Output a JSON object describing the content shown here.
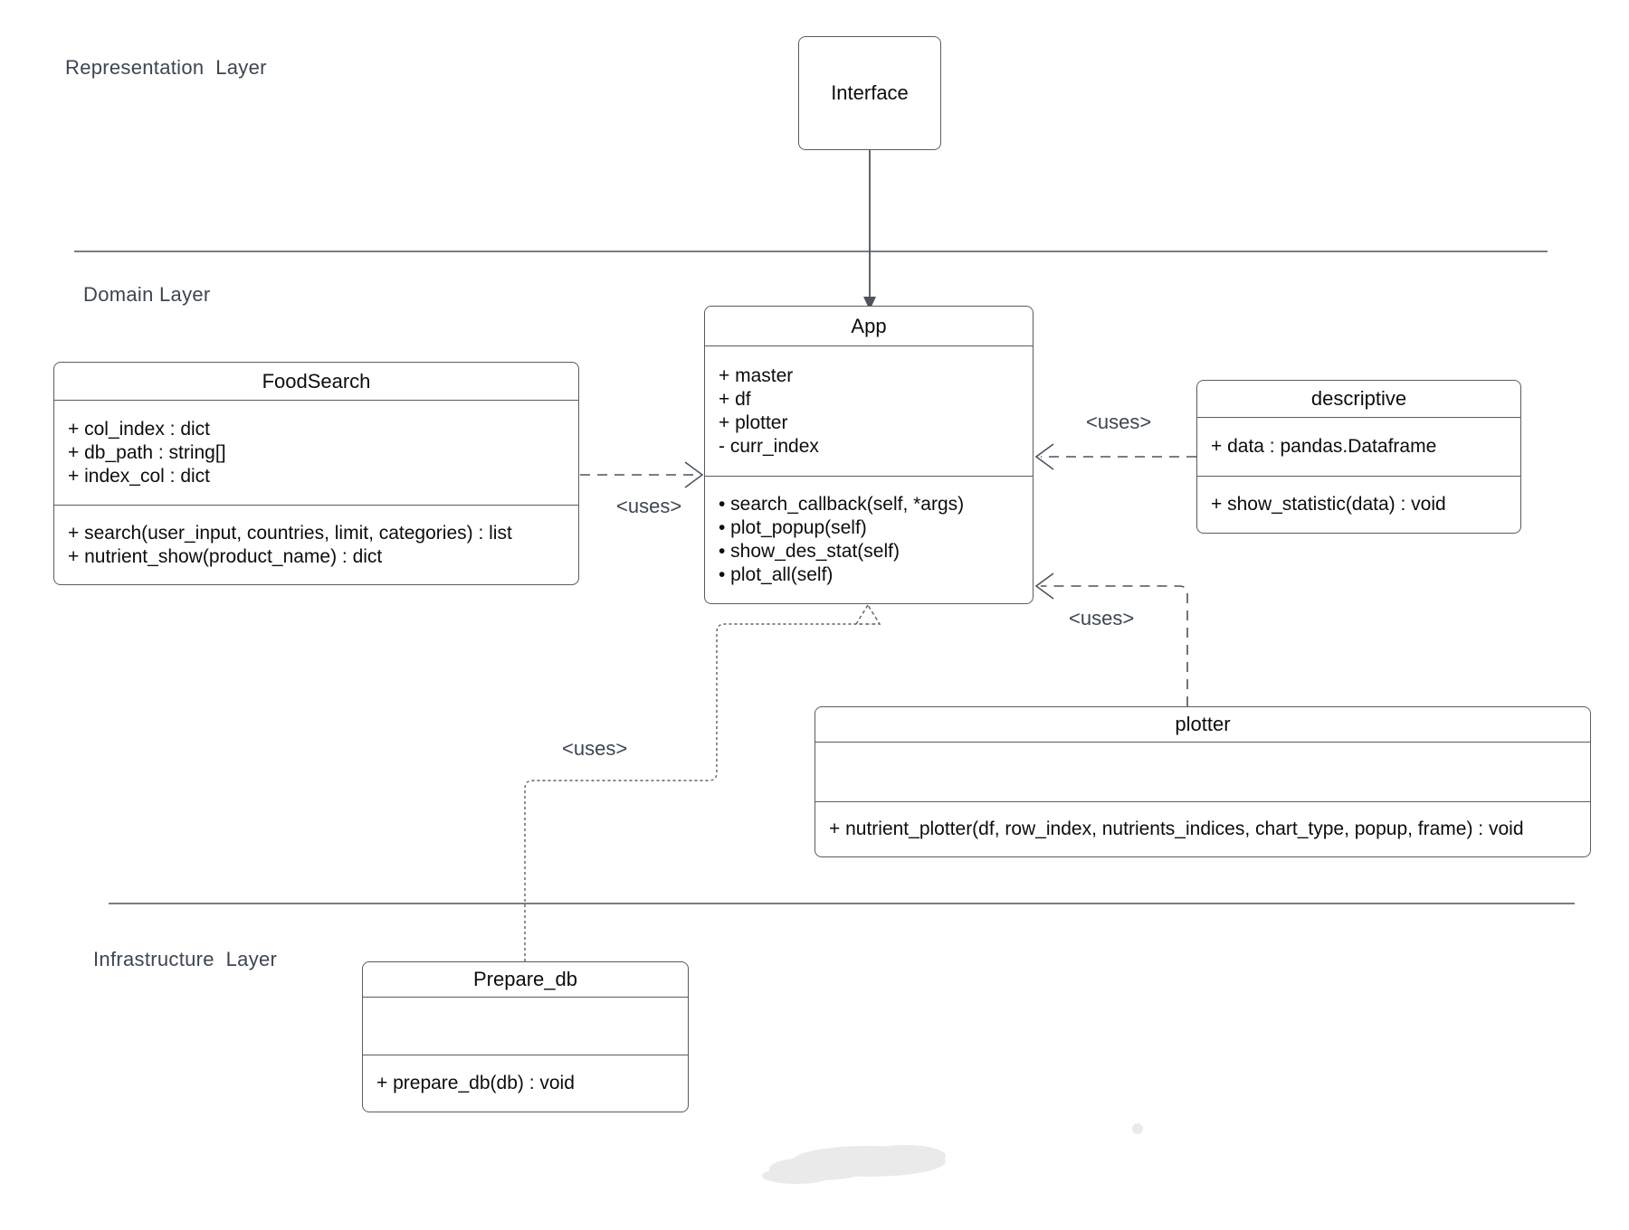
{
  "layers": {
    "representation": "Representation  Layer",
    "domain": "Domain Layer",
    "infrastructure": "Infrastructure  Layer"
  },
  "labels": {
    "uses": "<uses>"
  },
  "classes": {
    "interface": {
      "title": "Interface"
    },
    "foodsearch": {
      "title": "FoodSearch",
      "attributes": [
        "+ col_index : dict",
        "+ db_path : string[]",
        "+ index_col : dict"
      ],
      "methods": [
        "+ search(user_input, countries, limit, categories) : list",
        "+ nutrient_show(product_name) : dict"
      ]
    },
    "app": {
      "title": "App",
      "attributes": [
        "+ master",
        "+ df",
        "+ plotter",
        "- curr_index"
      ],
      "methods": [
        "• search_callback(self, *args)",
        "• plot_popup(self)",
        "• show_des_stat(self)",
        "• plot_all(self)"
      ]
    },
    "descriptive": {
      "title": "descriptive",
      "attributes": [
        "+ data : pandas.Dataframe"
      ],
      "methods": [
        "+ show_statistic(data) : void"
      ]
    },
    "plotter": {
      "title": "plotter",
      "attributes": [],
      "methods": [
        "+ nutrient_plotter(df, row_index, nutrients_indices, chart_type, popup, frame) : void"
      ]
    },
    "prepare_db": {
      "title": "Prepare_db",
      "attributes": [],
      "methods": [
        "+ prepare_db(db) : void"
      ]
    }
  },
  "colors": {
    "line": "#4d545c",
    "text": "#0d0d0d",
    "label": "#3d4650",
    "smudge": "#eaeaea"
  }
}
